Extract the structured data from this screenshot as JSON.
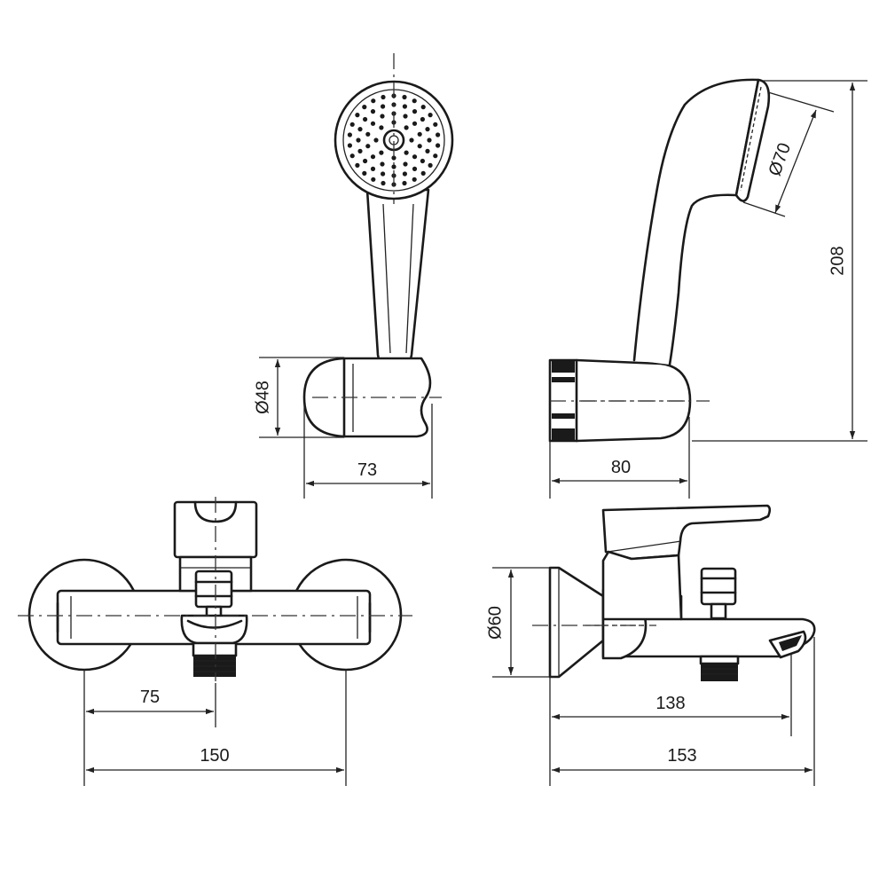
{
  "dimensions": {
    "holder_diameter": "Ø48",
    "holder_width": "73",
    "head_diameter": "Ø70",
    "total_height": "208",
    "holder_depth": "80",
    "center_spacing": "75",
    "total_width": "150",
    "flange_diameter": "Ø60",
    "spout_reach": "138",
    "total_depth": "153"
  }
}
